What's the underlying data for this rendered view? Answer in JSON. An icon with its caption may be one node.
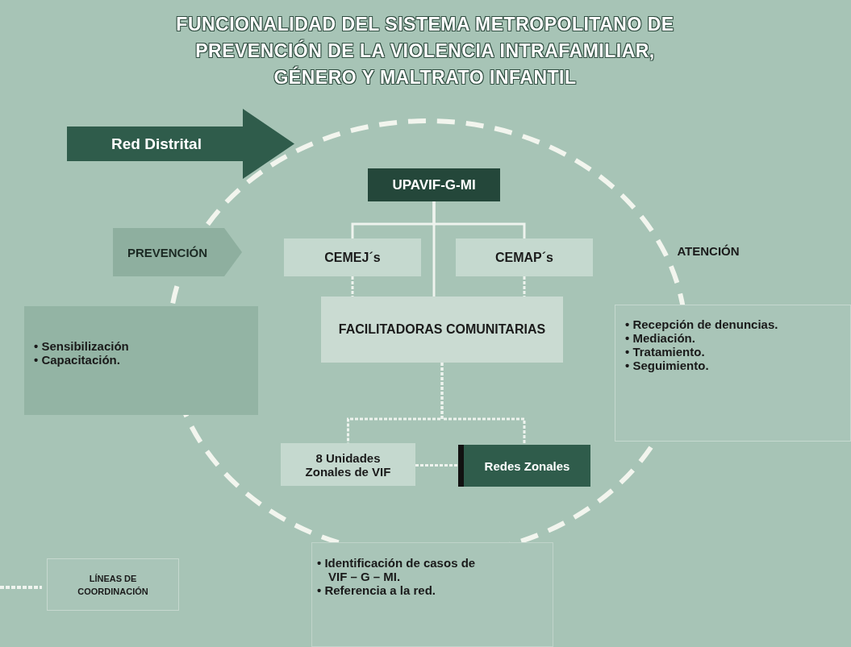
{
  "diagram": {
    "title": "FUNCIONALIDAD DEL SISTEMA METROPOLITANO DE PREVENCIÓN DE LA VIOLENCIA INTRAFAMILIAR, GÉNERO Y MALTRATO INFANTIL",
    "nodes": [
      {
        "text": [
          "Red Distrital"
        ]
      },
      {
        "text": [
          "UPAVIF-G-MI"
        ]
      },
      {
        "text": [
          "PREVENCIÓN"
        ]
      },
      {
        "text": [
          "CEMEJ´s"
        ]
      },
      {
        "text": [
          "CEMAP´s"
        ]
      },
      {
        "text": [
          "ATENCIÓN"
        ]
      },
      {
        "text": [
          "FACILITADORAS COMUNITARIAS"
        ]
      },
      {
        "text": [
          "• Sensibilización",
          "• Capacitación."
        ]
      },
      {
        "text": [
          "• Recepción de denuncias.",
          "• Mediación.",
          "• Tratamiento.",
          "• Seguimiento."
        ]
      },
      {
        "text": [
          "8 Unidades Zonales de VIF"
        ]
      },
      {
        "text": [
          "Redes Zonales"
        ]
      },
      {
        "text": [
          "• Identificación de casos de VIF – G – MI.",
          "• Referencia a la red."
        ]
      }
    ],
    "edges": [
      {
        "from": 1,
        "to": 3,
        "arrow": "none"
      },
      {
        "from": 1,
        "to": 4,
        "arrow": "none"
      },
      {
        "from": 1,
        "to": 6,
        "arrow": "none"
      },
      {
        "from": 3,
        "to": 6,
        "arrow": "none",
        "style": "dashed"
      },
      {
        "from": 4,
        "to": 6,
        "arrow": "none",
        "style": "dashed"
      },
      {
        "from": 6,
        "to": 9,
        "arrow": "none",
        "style": "dashed"
      },
      {
        "from": 6,
        "to": 10,
        "arrow": "none",
        "style": "dashed"
      },
      {
        "from": 9,
        "to": 10,
        "arrow": "none",
        "style": "dashed"
      }
    ],
    "legend": [
      {
        "text": "LÍNEAS DE COORDINACIÓN"
      }
    ]
  }
}
